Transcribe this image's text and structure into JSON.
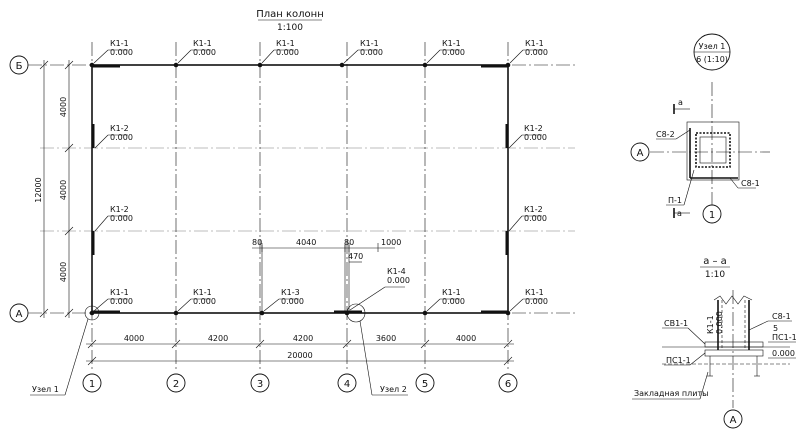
{
  "plan": {
    "title": "План колонн",
    "scale": "1:100",
    "axis_letters": [
      "Б",
      "А"
    ],
    "axis_numbers": [
      "1",
      "2",
      "3",
      "4",
      "5",
      "6"
    ],
    "top_columns": [
      {
        "mark": "К1-1",
        "level": "0.000"
      },
      {
        "mark": "К1-1",
        "level": "0.000"
      },
      {
        "mark": "К1-1",
        "level": "0.000"
      },
      {
        "mark": "К1-1",
        "level": "0.000"
      },
      {
        "mark": "К1-1",
        "level": "0.000"
      },
      {
        "mark": "К1-1",
        "level": "0.000"
      }
    ],
    "bottom_columns": [
      {
        "mark": "К1-1",
        "level": "0.000"
      },
      {
        "mark": "К1-1",
        "level": "0.000"
      },
      {
        "mark": "К1-3",
        "level": "0.000"
      },
      {
        "mark": "К1-4",
        "level": "0.000"
      },
      {
        "mark": "К1-1",
        "level": "0.000"
      },
      {
        "mark": "К1-1",
        "level": "0.000"
      }
    ],
    "left_columns": [
      {
        "mark": "К1-2",
        "level": "0.000"
      },
      {
        "mark": "К1-2",
        "level": "0.000"
      }
    ],
    "right_columns": [
      {
        "mark": "К1-2",
        "level": "0.000"
      },
      {
        "mark": "К1-2",
        "level": "0.000"
      }
    ],
    "bottom_dims": [
      "4000",
      "4200",
      "4200",
      "3600",
      "4000"
    ],
    "total_dim": "20000",
    "left_dims": [
      "4000",
      "4000",
      "4000"
    ],
    "left_total": "12000",
    "opening_dims": [
      "80",
      "4040",
      "80",
      "1000"
    ],
    "opening_side": "470",
    "node1_label": "Узел 1",
    "node2_label": "Узел 2"
  },
  "node": {
    "title": "Узел 1",
    "sheet": "6 (1:10)",
    "labels": {
      "s82": "С8-2",
      "s81": "С8-1",
      "p1": "П-1",
      "a": "а"
    },
    "axis_a": "А",
    "axis_1": "1"
  },
  "section": {
    "title": "а – а",
    "scale": "1:10",
    "labels": {
      "sv1": "СВ1-1",
      "ps1": "ПС1-1",
      "k11": "К1-1",
      "s81": "С8-1",
      "five": "5",
      "ps13": "ПС1-1",
      "level": "0.000",
      "plate": "Закладная плиты"
    },
    "axis_a": "А"
  }
}
